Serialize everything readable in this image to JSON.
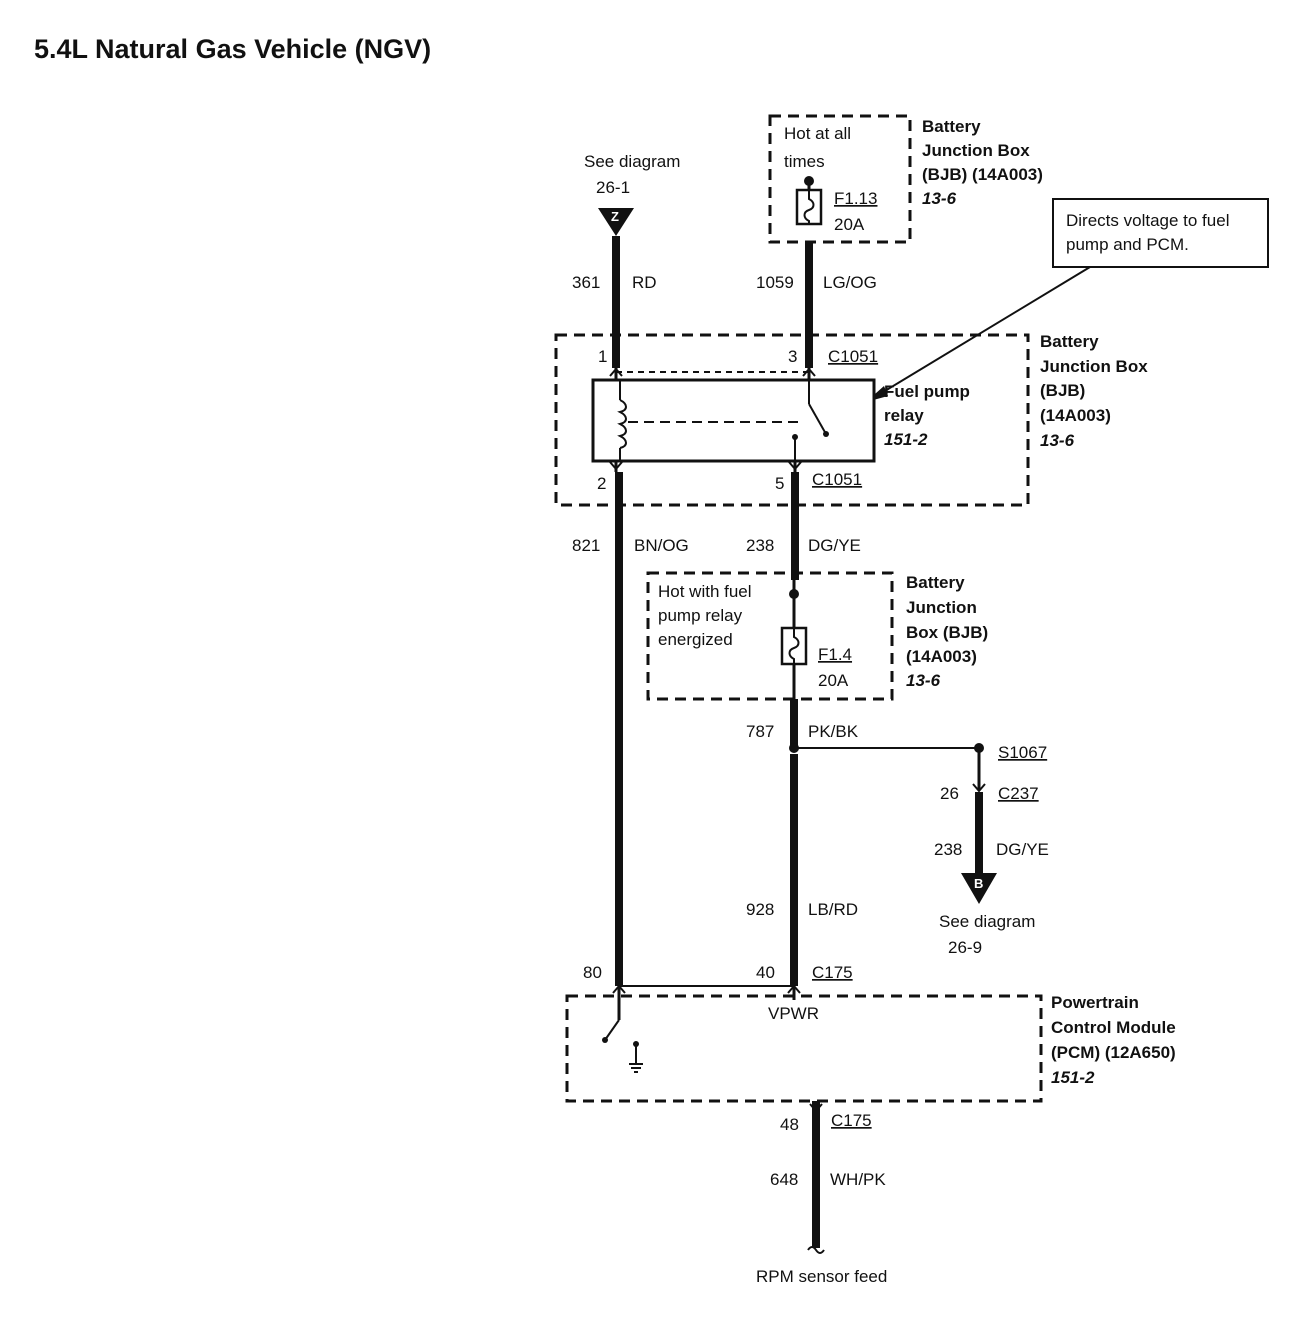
{
  "title": "5.4L Natural Gas Vehicle (NGV)",
  "ref_z": {
    "see": "See diagram",
    "page": "26-1",
    "letter": "Z"
  },
  "ref_b": {
    "see": "See diagram",
    "page": "26-9",
    "letter": "B"
  },
  "bjb_top": {
    "hot": [
      "Hot at all",
      "times"
    ],
    "fuse": "F1.13",
    "amp": "20A",
    "label": [
      "Battery",
      "Junction Box",
      "(BJB) (14A003)"
    ],
    "ref": "13-6"
  },
  "callout": [
    "Directs voltage to fuel",
    "pump and PCM."
  ],
  "bjb_mid": {
    "label": [
      "Battery",
      "Junction Box",
      "(BJB)",
      "(14A003)"
    ],
    "ref": "13-6",
    "connector": "C1051",
    "pins": {
      "p1": "1",
      "p2": "2",
      "p3": "3",
      "p5": "5"
    }
  },
  "relay": {
    "label": [
      "Fuel pump",
      "relay"
    ],
    "ref": "151-2"
  },
  "bjb_low": {
    "hot": [
      "Hot with fuel",
      "pump relay",
      "energized"
    ],
    "fuse": "F1.4",
    "amp": "20A",
    "label": [
      "Battery",
      "Junction",
      "Box (BJB)",
      "(14A003)"
    ],
    "ref": "13-6"
  },
  "wires": [
    {
      "circuit": "361",
      "color": "RD"
    },
    {
      "circuit": "1059",
      "color": "LG/OG"
    },
    {
      "circuit": "821",
      "color": "BN/OG"
    },
    {
      "circuit": "238",
      "color": "DG/YE"
    },
    {
      "circuit": "787",
      "color": "PK/BK"
    },
    {
      "circuit": "928",
      "color": "LB/RD"
    },
    {
      "circuit": "238",
      "color": "DG/YE"
    },
    {
      "circuit": "648",
      "color": "WH/PK"
    }
  ],
  "splice": "S1067",
  "c237": {
    "connector": "C237",
    "pin": "26"
  },
  "pcm": {
    "label": [
      "Powertrain",
      "Control Module",
      "(PCM) (12A650)"
    ],
    "ref": "151-2",
    "pin_vpwr": "VPWR",
    "connector": "C175",
    "pin_80": "80",
    "pin_40": "40",
    "pin_48": "48"
  },
  "rpm_feed": "RPM sensor feed"
}
